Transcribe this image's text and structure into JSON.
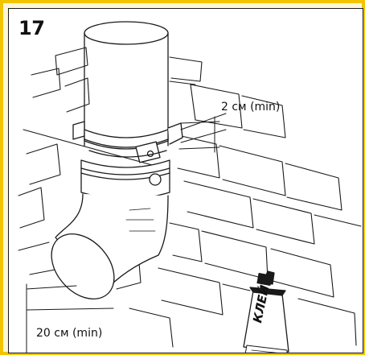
{
  "step_number": "17",
  "labels": {
    "distance_top": "2 см (min)",
    "distance_bottom": "20 см (min)",
    "tube_text": "КЛЕЙ"
  },
  "colors": {
    "frame": "#f2c400",
    "frame_fill": "#fdf7d7",
    "line": "#1a1a1a",
    "tube_cap": "#1a1a1a"
  },
  "icons": [
    "downpipe-elbow-icon",
    "pipe-clamp-icon",
    "glue-tube-icon",
    "brick-wall-icon"
  ]
}
